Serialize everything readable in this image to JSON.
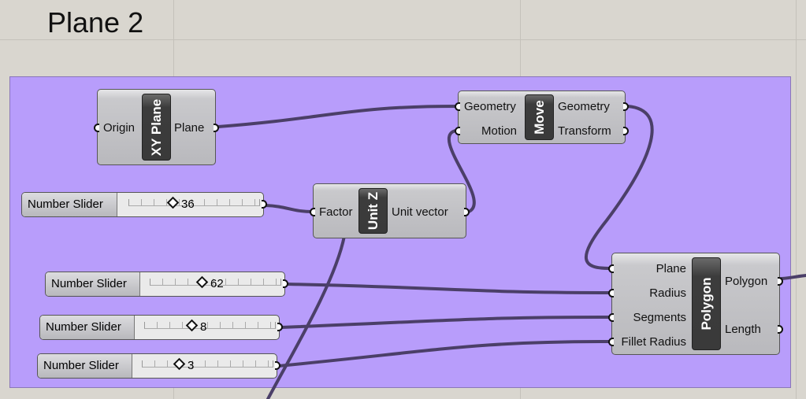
{
  "canvas_title": "Plane 2",
  "colors": {
    "group": "#b89dfb",
    "wire": "#4b3f68",
    "canvas": "#d9d6cf"
  },
  "components": {
    "xy_plane": {
      "name": "XY Plane",
      "inputs": [
        "Origin"
      ],
      "outputs": [
        "Plane"
      ]
    },
    "unit_z": {
      "name": "Unit Z",
      "inputs": [
        "Factor"
      ],
      "outputs": [
        "Unit vector"
      ]
    },
    "move": {
      "name": "Move",
      "inputs": [
        "Geometry",
        "Motion"
      ],
      "outputs": [
        "Geometry",
        "Transform"
      ]
    },
    "polygon": {
      "name": "Polygon",
      "inputs": [
        "Plane",
        "Radius",
        "Segments",
        "Fillet Radius"
      ],
      "outputs": [
        "Polygon",
        "Length"
      ]
    }
  },
  "sliders": [
    {
      "label": "Number Slider",
      "value": "36"
    },
    {
      "label": "Number Slider",
      "value": "62"
    },
    {
      "label": "Number Slider",
      "value": "8"
    },
    {
      "label": "Number Slider",
      "value": "3"
    }
  ]
}
